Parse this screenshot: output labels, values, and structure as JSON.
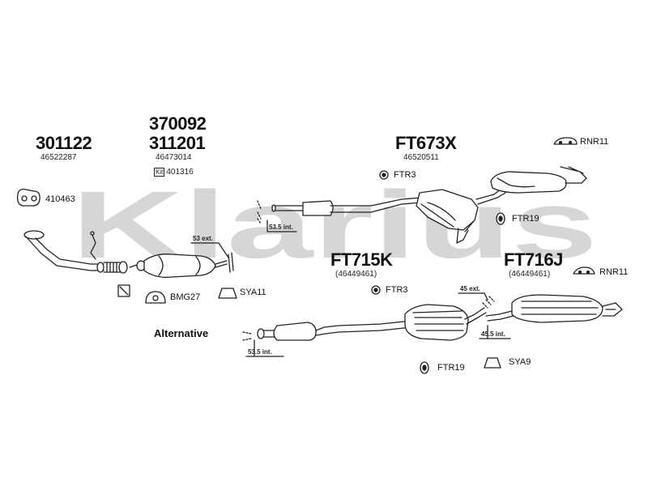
{
  "watermark": "Klarius",
  "parts": {
    "p301122": {
      "number": "301122",
      "oe": "46522287"
    },
    "p370092": {
      "number": "370092"
    },
    "p311201": {
      "number": "311201",
      "oe": "46473014",
      "kit_label": "Kit",
      "kit_number": "401316"
    },
    "ft673x": {
      "number": "FT673X",
      "oe": "46520511"
    },
    "ft715k": {
      "number": "FT715K",
      "oe": "(46449461)"
    },
    "ft716j": {
      "number": "FT716J",
      "oe": "(46449461)"
    }
  },
  "fittings": {
    "gasket": "410463",
    "bmg27": "BMG27",
    "sya11": "SYA11",
    "ftr3_top": "FTR3",
    "ftr19_top": "FTR19",
    "rnr11_top": "RNR11",
    "ftr3_mid": "FTR3",
    "rnr11_mid": "RNR11",
    "ftr19_bottom": "FTR19",
    "sya9": "SYA9"
  },
  "dimensions": {
    "d53ext": "53 ext.",
    "d535int_top": "53.5 int.",
    "d45ext": "45 ext.",
    "d455int": "45.5 int.",
    "d535int_bottom": "53.5 int."
  },
  "alternative_label": "Alternative"
}
